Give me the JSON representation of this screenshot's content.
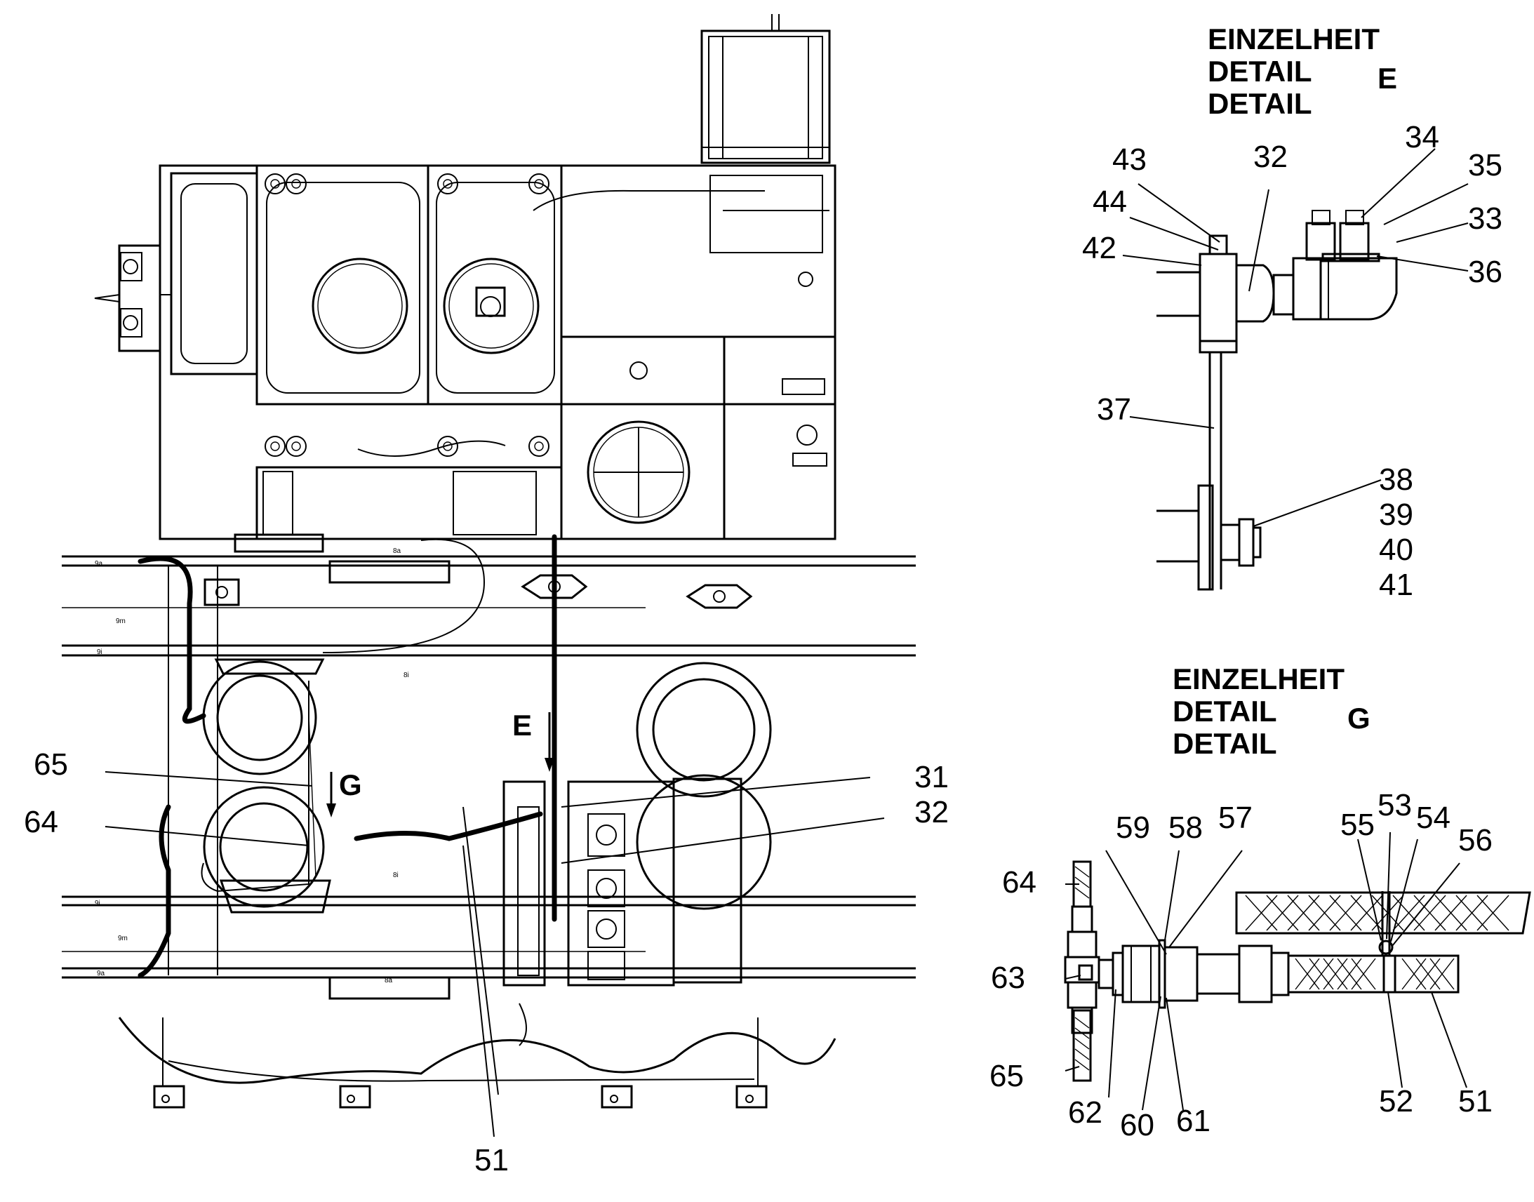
{
  "detail_e": {
    "heading_line1": "EINZELHEIT",
    "heading_line2": "DETAIL",
    "heading_line3": "DETAIL",
    "letter": "E",
    "labels": {
      "n43": "43",
      "n32": "32",
      "n34": "34",
      "n35": "35",
      "n44": "44",
      "n33": "33",
      "n42": "42",
      "n36": "36",
      "n37": "37",
      "n38": "38",
      "n39": "39",
      "n40": "40",
      "n41": "41"
    }
  },
  "detail_g": {
    "heading_line1": "EINZELHEIT",
    "heading_line2": "DETAIL",
    "heading_line3": "DETAIL",
    "letter": "G",
    "labels": {
      "n59": "59",
      "n58": "58",
      "n57": "57",
      "n55": "55",
      "n53": "53",
      "n54": "54",
      "n56": "56",
      "n64": "64",
      "n63": "63",
      "n65": "65",
      "n62": "62",
      "n60": "60",
      "n61": "61",
      "n52": "52",
      "n51": "51"
    }
  },
  "main_view": {
    "view_e": "E",
    "view_g": "G",
    "labels": {
      "n65": "65",
      "n64": "64",
      "n31": "31",
      "n32": "32",
      "n51": "51"
    },
    "tags": {
      "t9a_top": "9a",
      "t8a_top": "8a",
      "t9m_top": "9m",
      "t9i_top": "9i",
      "t8i_top": "8i",
      "t9i_bot": "9i",
      "t8i_bot": "8i",
      "t9m_bot": "9m",
      "t9a_bot": "9a",
      "t8a_bot": "8a"
    }
  }
}
